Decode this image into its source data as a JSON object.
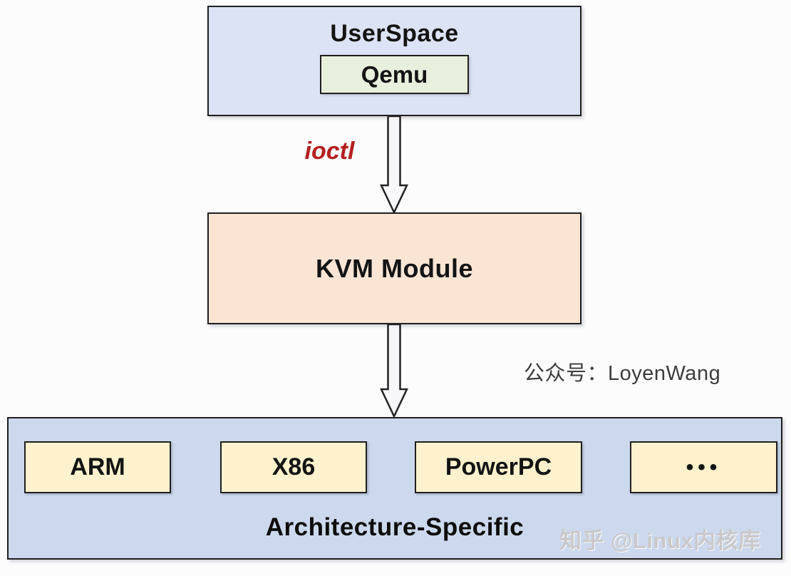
{
  "diagram": {
    "userspace": {
      "label": "UserSpace"
    },
    "qemu": {
      "label": "Qemu"
    },
    "ioctl": {
      "label": "ioctl"
    },
    "kvm": {
      "label": "KVM Module"
    },
    "wechat_note": {
      "label": "公众号：LoyenWang"
    },
    "architecture": {
      "label": "Architecture-Specific",
      "items": [
        {
          "label": "ARM"
        },
        {
          "label": "X86"
        },
        {
          "label": "PowerPC"
        },
        {
          "label": "•••"
        }
      ]
    },
    "watermark": {
      "label": "知乎 @Linux内核库"
    }
  },
  "colors": {
    "userspace_fill": "#dbe3f4",
    "qemu_fill": "#e7f0dc",
    "kvm_fill": "#fae5d4",
    "arch_container_fill": "#ccd9ed",
    "arch_chip_fill": "#fdf2cd",
    "box_border": "#1f1f1f",
    "ioctl_text": "#b51f1f",
    "watermark_text": "#c9c9cc",
    "background": "#fcfcfd"
  }
}
